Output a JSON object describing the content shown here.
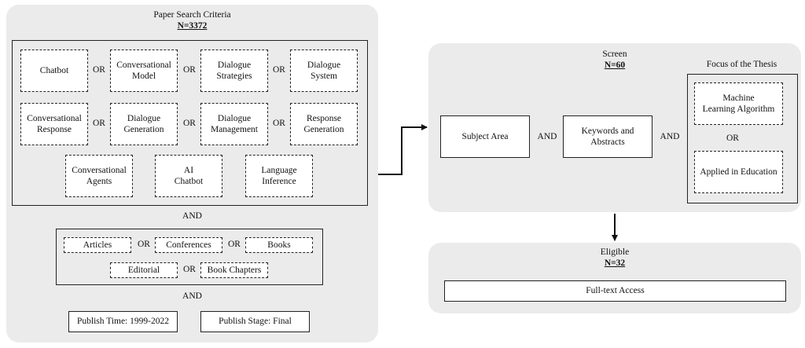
{
  "search": {
    "title": "Paper Search Criteria",
    "count": "N=3372",
    "terms": [
      "Chatbot",
      "Conversational\nModel",
      "Dialogue\nStrategies",
      "Dialogue\nSystem",
      "Conversational\nResponse",
      "Dialogue\nGeneration",
      "Dialogue\nManagement",
      "Response\nGeneration",
      "Conversational\nAgents",
      "AI\nChatbot",
      "Language\nInference"
    ],
    "or": "OR",
    "and": "AND",
    "types": [
      "Articles",
      "Conferences",
      "Books",
      "Editorial",
      "Book Chapters"
    ],
    "publish_time": "Publish Time: 1999-2022",
    "publish_stage": "Publish Stage: Final"
  },
  "screen": {
    "title": "Screen",
    "count": "N=60",
    "subject": "Subject Area",
    "keywords": "Keywords and\nAbstracts",
    "and": "AND",
    "focus_title": "Focus of the Thesis",
    "focus_1": "Machine\nLearning Algorithm",
    "or": "OR",
    "focus_2": "Applied in Education"
  },
  "eligible": {
    "title": "Eligible",
    "count": "N=32",
    "access": "Full-text Access"
  }
}
